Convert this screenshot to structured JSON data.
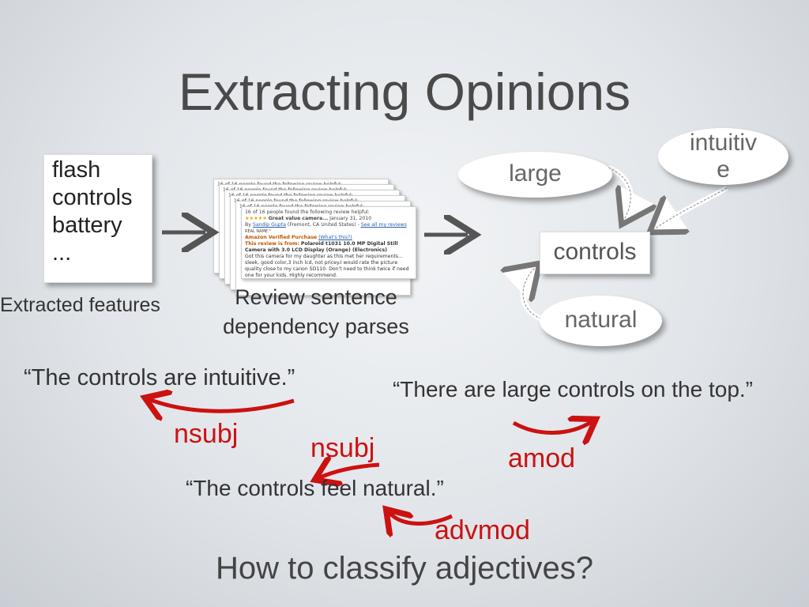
{
  "title": "Extracting Opinions",
  "features": [
    "flash",
    "controls",
    "battery",
    "..."
  ],
  "features_caption": "Extracted features",
  "parses_caption_lines": [
    "Review sentence",
    "dependency parses"
  ],
  "review_card": {
    "helpful": "16 of 16 people found the following review helpful:",
    "stars": "★★★★★",
    "review_title": "Great value camera...",
    "date": "January 31, 2010",
    "by": "By",
    "author": "Sandip Gupta",
    "location": "(Fremont, CA United States) -",
    "see_all": "See all my reviews",
    "real_name": "REAL NAME™",
    "verified": "Amazon Verified Purchase",
    "whats_this": "(What's this?)",
    "review_from": "This review is from:",
    "product": "Polaroid t1031 10.0 MP Digital Still Camera with 3.0 LCD Display (Orange) (Electronics)",
    "body": "Got this camera for my daughter as this met her requirements... sleek, good color,3 inch lcd, not pricey.I would rate the picture quality close to my canon SD110. Don't need to think twice if need one for your kids. Highly recommend."
  },
  "ovals": {
    "large": "large",
    "intuitive_lines": [
      "intuitiv",
      "e"
    ],
    "natural": "natural"
  },
  "controls_box": "controls",
  "quotes": {
    "q1": "“The controls are intuitive.”",
    "q2": "“There are large controls on the top.”",
    "q3": "“The controls feel natural.”"
  },
  "dependencies": {
    "d1": "nsubj",
    "d2": "nsubj",
    "d3": "amod",
    "d4": "advmod"
  },
  "question": "How to classify adjectives?",
  "colors": {
    "dependency_red": "#cc1111",
    "arrow_gray": "#555555"
  }
}
